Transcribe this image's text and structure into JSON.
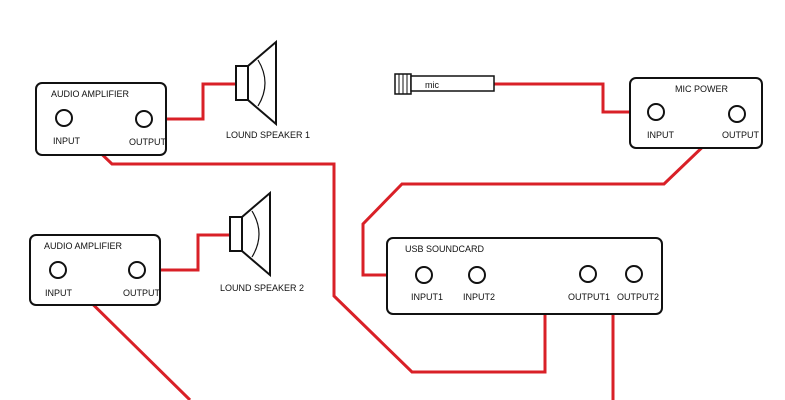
{
  "amp1": {
    "title": "AUDIO AMPLIFIER",
    "input": "INPUT",
    "output": "OUTPUT"
  },
  "amp2": {
    "title": "AUDIO AMPLIFIER",
    "input": "INPUT",
    "output": "OUTPUT"
  },
  "speaker1": {
    "label": "LOUND SPEAKER  1"
  },
  "speaker2": {
    "label": "LOUND SPEAKER  2"
  },
  "mic": {
    "label": "mic"
  },
  "mic_power": {
    "title": "MIC POWER",
    "input": "INPUT",
    "output": "OUTPUT"
  },
  "soundcard": {
    "title": "USB SOUNDCARD",
    "input1": "INPUT1",
    "input2": "INPUT2",
    "output1": "OUTPUT1",
    "output2": "OUTPUT2"
  },
  "colors": {
    "wire": "#d92027",
    "outline": "#111111",
    "background": "#ffffff"
  }
}
